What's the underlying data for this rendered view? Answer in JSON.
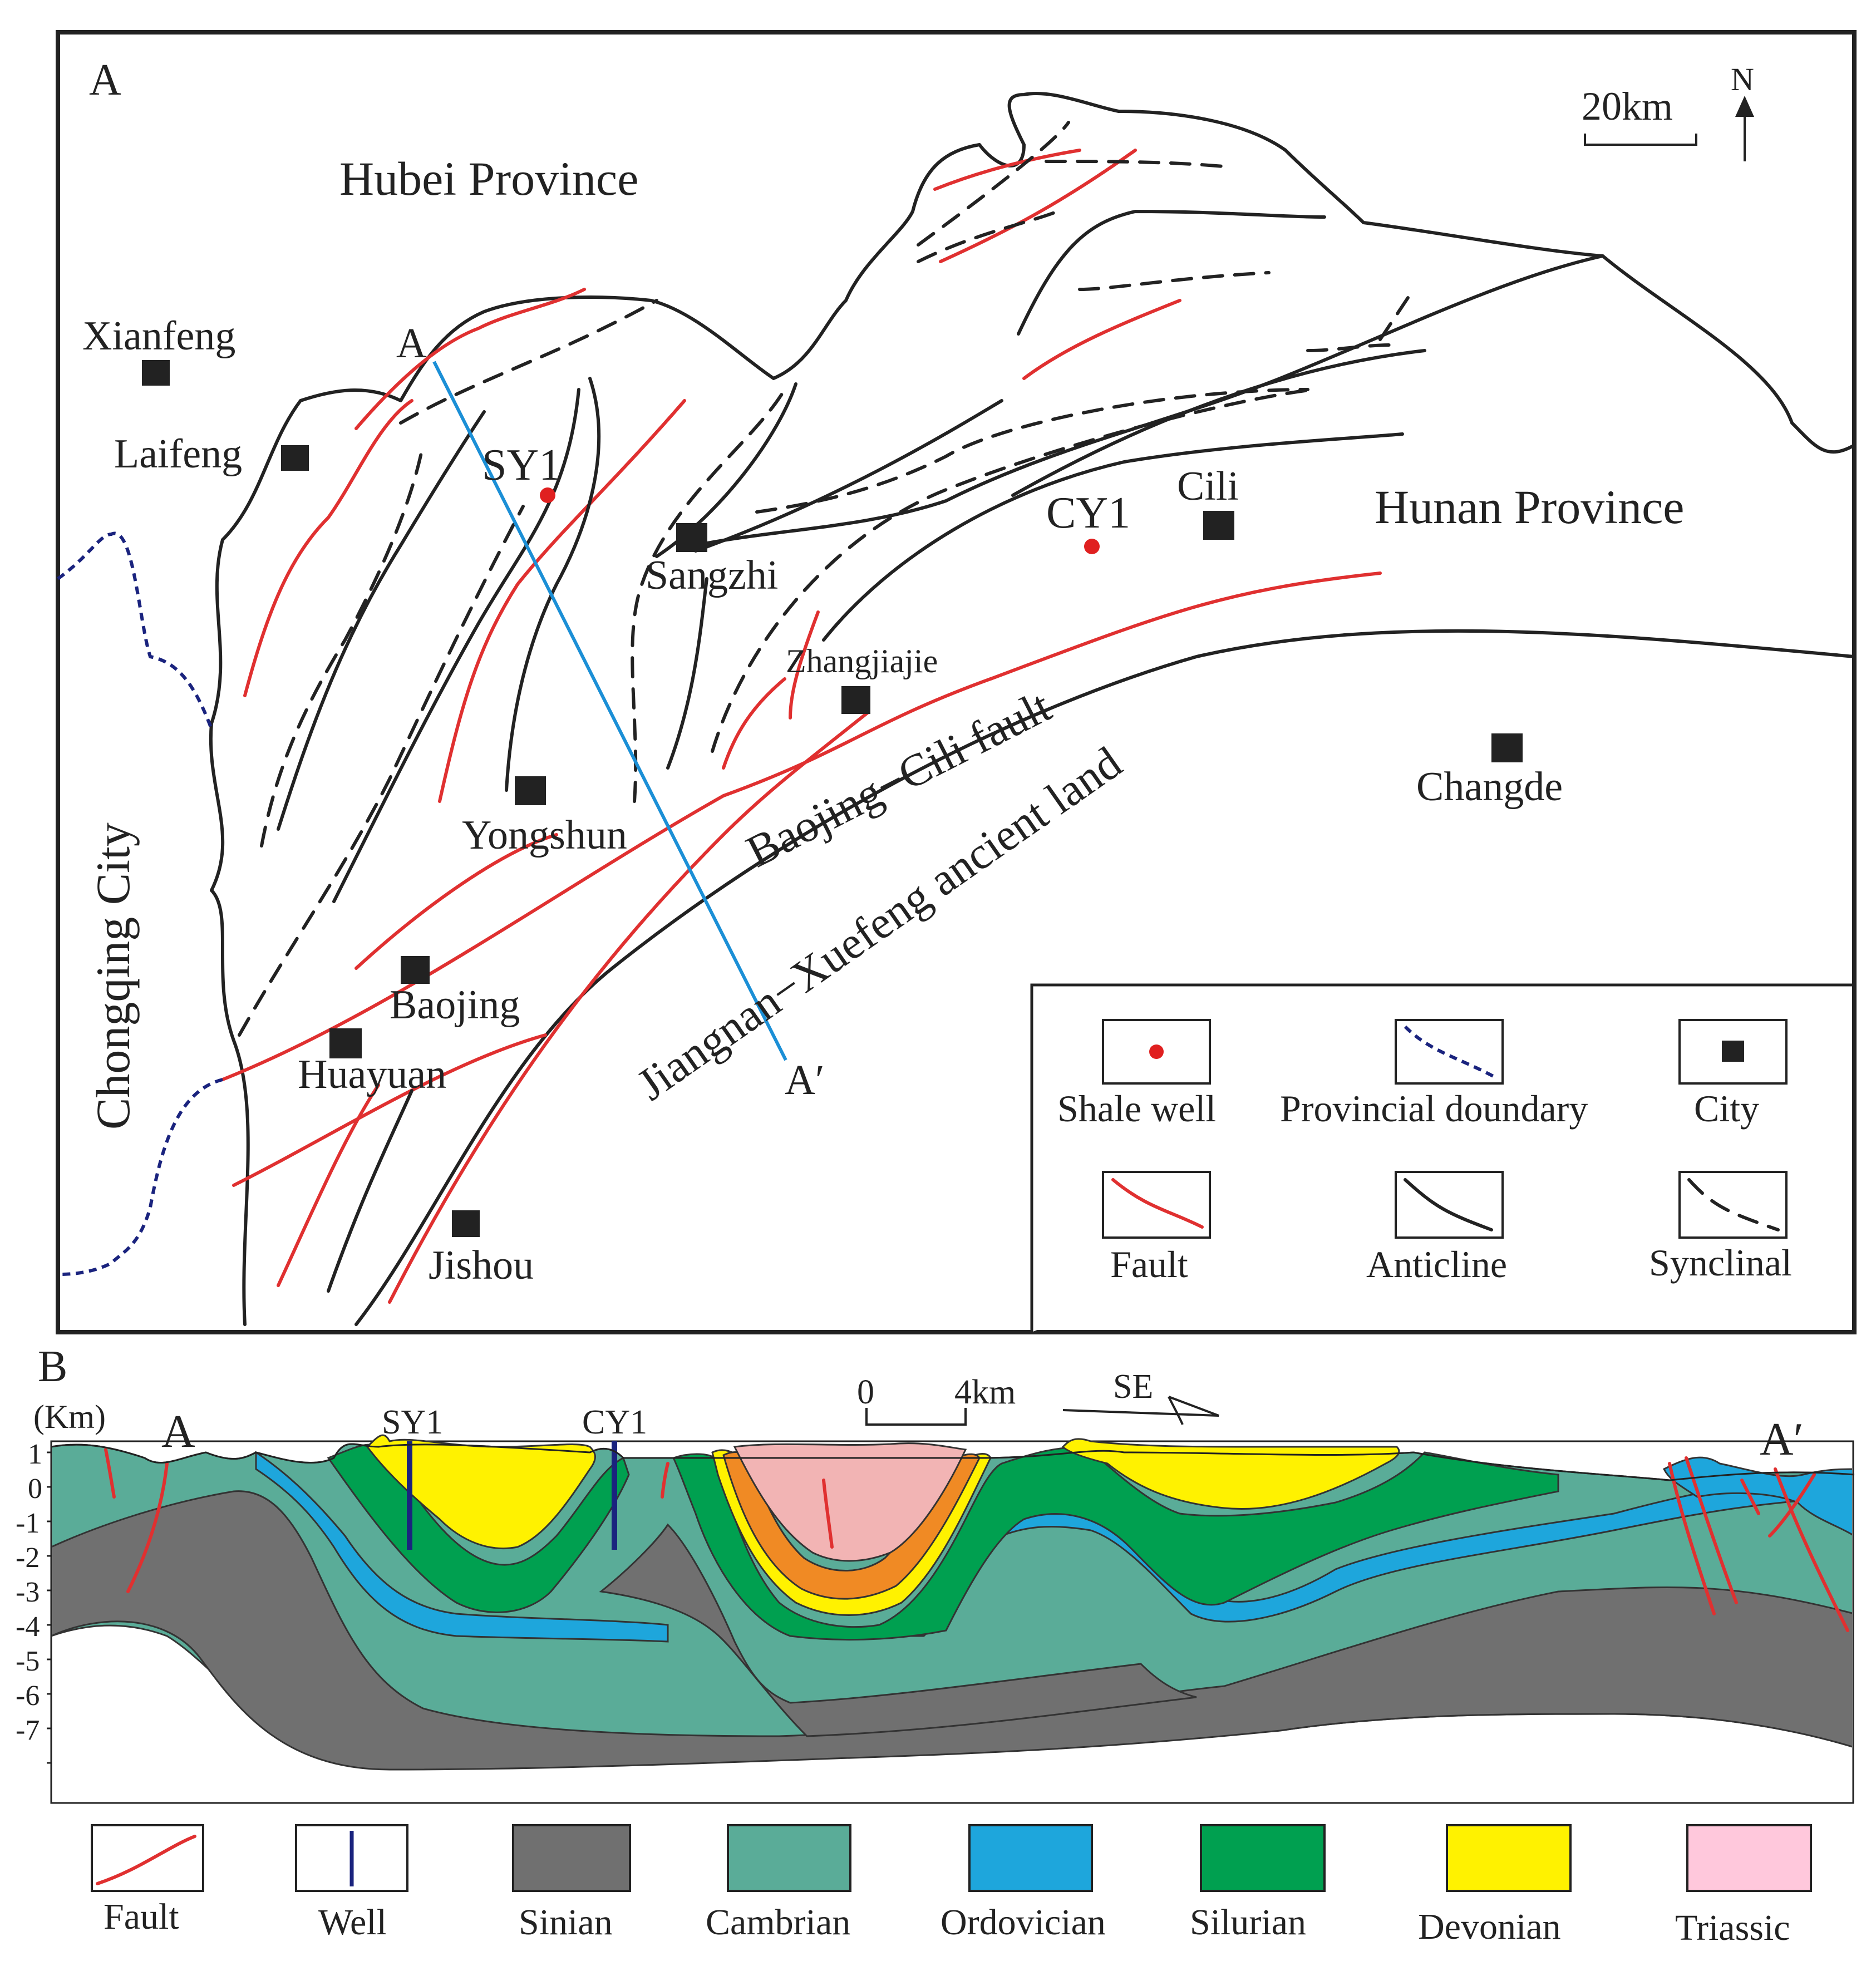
{
  "panels": {
    "a_label": "A",
    "b_label": "B"
  },
  "map": {
    "provinces": {
      "hubei": "Hubei Province",
      "hunan": "Hunan Province",
      "chongqing": "Chongqing City"
    },
    "cities": [
      {
        "key": "xianfeng",
        "name": "Xianfeng"
      },
      {
        "key": "laifeng",
        "name": "Laifeng"
      },
      {
        "key": "sangzhi",
        "name": "Sangzhi"
      },
      {
        "key": "cili",
        "name": "Cili"
      },
      {
        "key": "zhangjiajie",
        "name": "Zhangjiajie"
      },
      {
        "key": "yongshun",
        "name": "Yongshun"
      },
      {
        "key": "baojing",
        "name": "Baojing"
      },
      {
        "key": "huayuan",
        "name": "Huayuan"
      },
      {
        "key": "jishou",
        "name": "Jishou"
      },
      {
        "key": "changde",
        "name": "Changde"
      }
    ],
    "wells": [
      {
        "key": "sy1",
        "name": "SY1"
      },
      {
        "key": "cy1",
        "name": "CY1"
      }
    ],
    "section_line": {
      "start": "A",
      "end": "A′"
    },
    "structures": {
      "fault_name": "Baojing−Cili fault",
      "ancient_land": "Jiangnan−Xuefeng ancient land"
    },
    "scale": "20km",
    "north": "N",
    "legend": [
      {
        "key": "shale_well",
        "label": "Shale well",
        "icon": "red-dot-icon"
      },
      {
        "key": "provincial_boundary",
        "label": "Provincial doundary",
        "icon": "dotted-blue-line-icon"
      },
      {
        "key": "city",
        "label": "City",
        "icon": "black-square-icon"
      },
      {
        "key": "fault",
        "label": "Fault",
        "icon": "red-line-icon"
      },
      {
        "key": "anticline",
        "label": "Anticline",
        "icon": "solid-black-line-icon"
      },
      {
        "key": "synclinal",
        "label": "Synclinal",
        "icon": "dashed-black-line-icon"
      }
    ],
    "colors": {
      "fault": "#e03030",
      "structure_line": "#222222",
      "section_line": "#1b8fd6",
      "boundary": "#1a237e",
      "well": "#e02020"
    }
  },
  "section": {
    "y_unit": "(Km)",
    "y_ticks": [
      "1",
      "0",
      "-1",
      "-2",
      "-3",
      "-4",
      "-5",
      "-6",
      "-7"
    ],
    "ends": {
      "left": "A",
      "right": "A′"
    },
    "wells": [
      "SY1",
      "CY1"
    ],
    "scale": {
      "zero": "0",
      "end": "4km"
    },
    "direction": "SE",
    "legend": [
      {
        "key": "fault",
        "label": "Fault",
        "color": "#e03030"
      },
      {
        "key": "well",
        "label": "Well",
        "color": "#1a237e"
      },
      {
        "key": "sinian",
        "label": "Sinian",
        "color": "#707070"
      },
      {
        "key": "cambrian",
        "label": "Cambrian",
        "color": "#5aac98"
      },
      {
        "key": "ordovician",
        "label": "Ordovician",
        "color": "#1ea6dc"
      },
      {
        "key": "silurian",
        "label": "Silurian",
        "color": "#00a050"
      },
      {
        "key": "devonian",
        "label": "Devonian",
        "color": "#fff200"
      },
      {
        "key": "triassic",
        "label": "Triassic",
        "color": "#ffc8dc"
      }
    ],
    "extra_colors": {
      "orange_band": "#f08a24"
    }
  }
}
